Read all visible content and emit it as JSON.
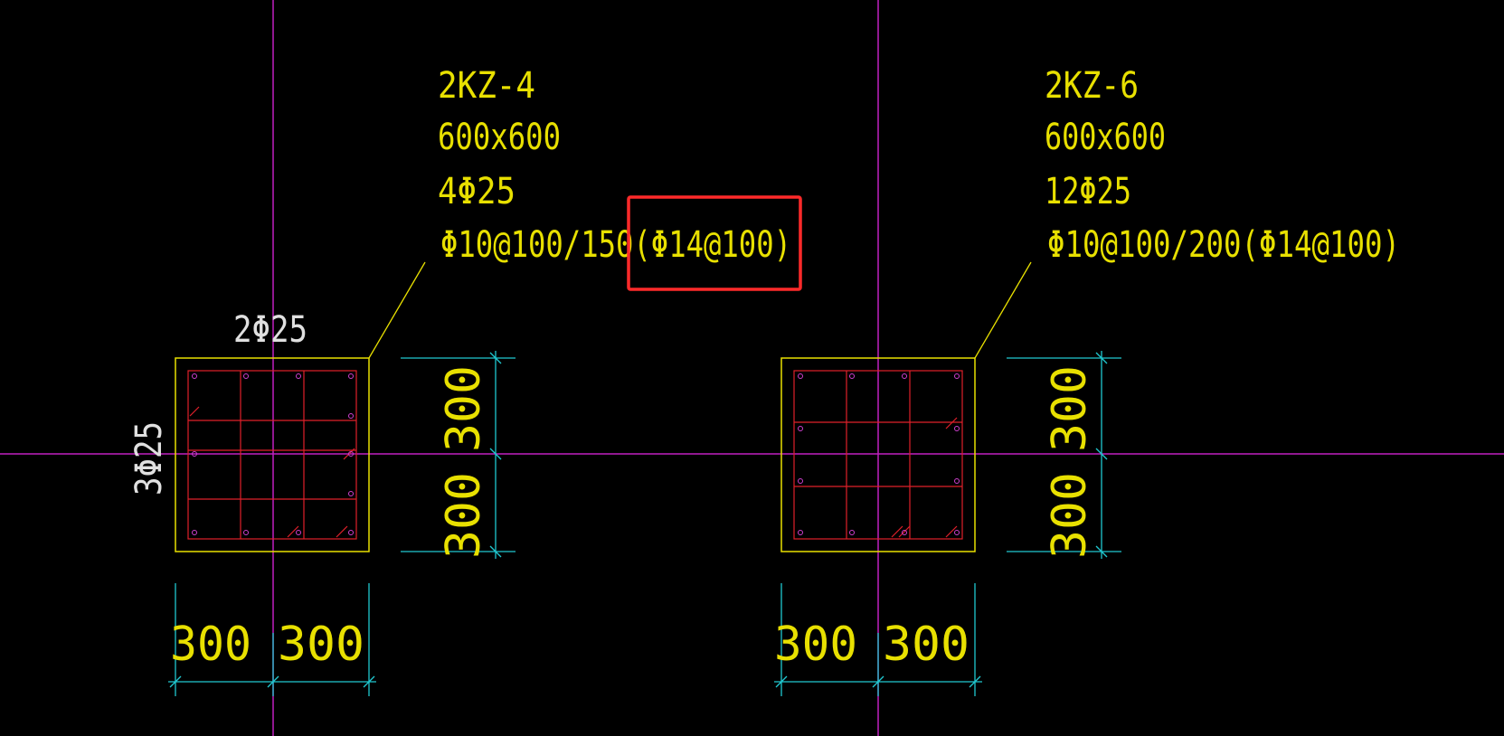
{
  "colors": {
    "background": "#000000",
    "grid_axis": "#c020c0",
    "column_outline": "#e8e000",
    "rebar": "#e0202a",
    "bar_dot": "#d040d0",
    "dimension": "#20c8d0",
    "text": "#e8e000",
    "text_white": "#e0e0e0",
    "highlight": "#ff2a2a"
  },
  "columns": [
    {
      "id": "left",
      "label_lines": [
        "2KZ-4",
        "600x600",
        "4Φ25",
        "Φ10@100/150(Φ14@100)"
      ],
      "side_labels": {
        "top": "2Φ25",
        "left": "3Φ25"
      },
      "dims_bottom": [
        "300",
        "300"
      ],
      "dims_right": [
        "300",
        "300"
      ]
    },
    {
      "id": "right",
      "label_lines": [
        "2KZ-6",
        "600x600",
        "12Φ25",
        "Φ10@100/200(Φ14@100)"
      ],
      "dims_bottom": [
        "300",
        "300"
      ],
      "dims_right": [
        "300",
        "300"
      ]
    }
  ],
  "highlight": {
    "text": "(Φ14@100)"
  }
}
